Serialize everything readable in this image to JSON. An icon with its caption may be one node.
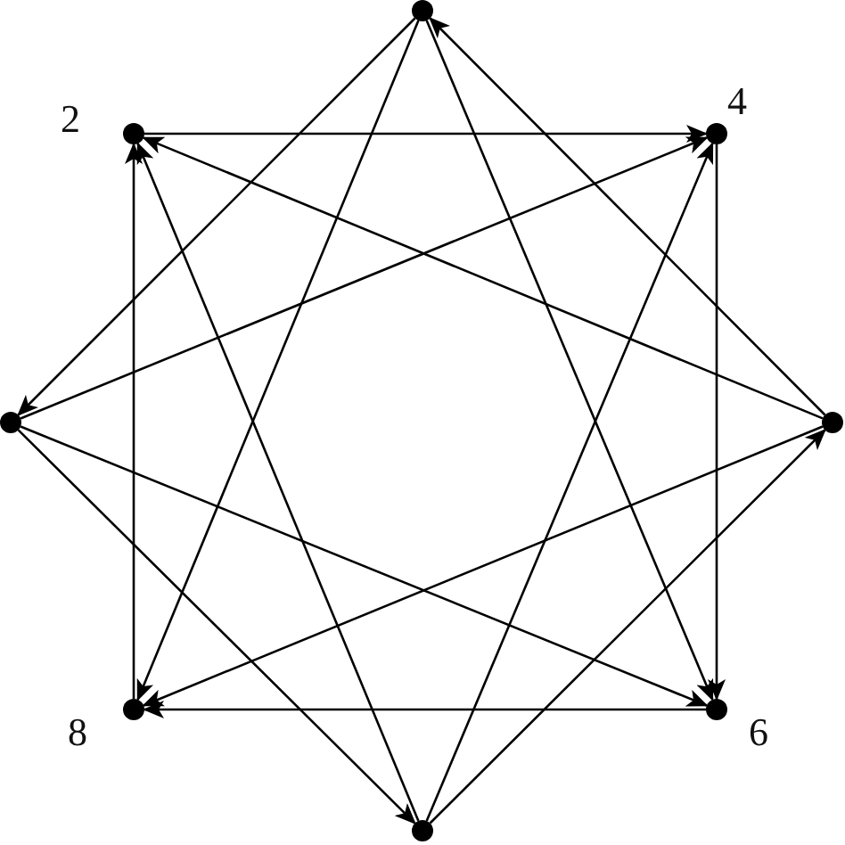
{
  "diagram": {
    "nodes": [
      {
        "text": [],
        "shape": "circle"
      },
      {
        "text": [],
        "shape": "circle",
        "beside": [
          "2"
        ]
      },
      {
        "text": [],
        "shape": "circle",
        "beside": [
          "4"
        ]
      },
      {
        "text": [],
        "shape": "circle"
      },
      {
        "text": [],
        "shape": "circle"
      },
      {
        "text": [],
        "shape": "circle",
        "beside": [
          "8"
        ]
      },
      {
        "text": [],
        "shape": "circle",
        "beside": [
          "6"
        ]
      },
      {
        "text": [],
        "shape": "circle"
      }
    ],
    "edges": [
      {
        "from": 1,
        "to": 2,
        "arrow": "to"
      },
      {
        "from": 2,
        "to": 6,
        "arrow": "to"
      },
      {
        "from": 6,
        "to": 5,
        "arrow": "to"
      },
      {
        "from": 5,
        "to": 1,
        "arrow": "to"
      },
      {
        "from": 0,
        "to": 3,
        "arrow": "to"
      },
      {
        "from": 0,
        "to": 5,
        "arrow": "to"
      },
      {
        "from": 0,
        "to": 6,
        "arrow": "to"
      },
      {
        "from": 4,
        "to": 0,
        "arrow": "to"
      },
      {
        "from": 4,
        "to": 1,
        "arrow": "to"
      },
      {
        "from": 3,
        "to": 2,
        "arrow": "to"
      },
      {
        "from": 3,
        "to": 6,
        "arrow": "to"
      },
      {
        "from": 3,
        "to": 7,
        "arrow": "to"
      },
      {
        "from": 4,
        "to": 5,
        "arrow": "to"
      },
      {
        "from": 7,
        "to": 1,
        "arrow": "to"
      },
      {
        "from": 7,
        "to": 2,
        "arrow": "to"
      },
      {
        "from": 7,
        "to": 4,
        "arrow": "to"
      }
    ]
  }
}
